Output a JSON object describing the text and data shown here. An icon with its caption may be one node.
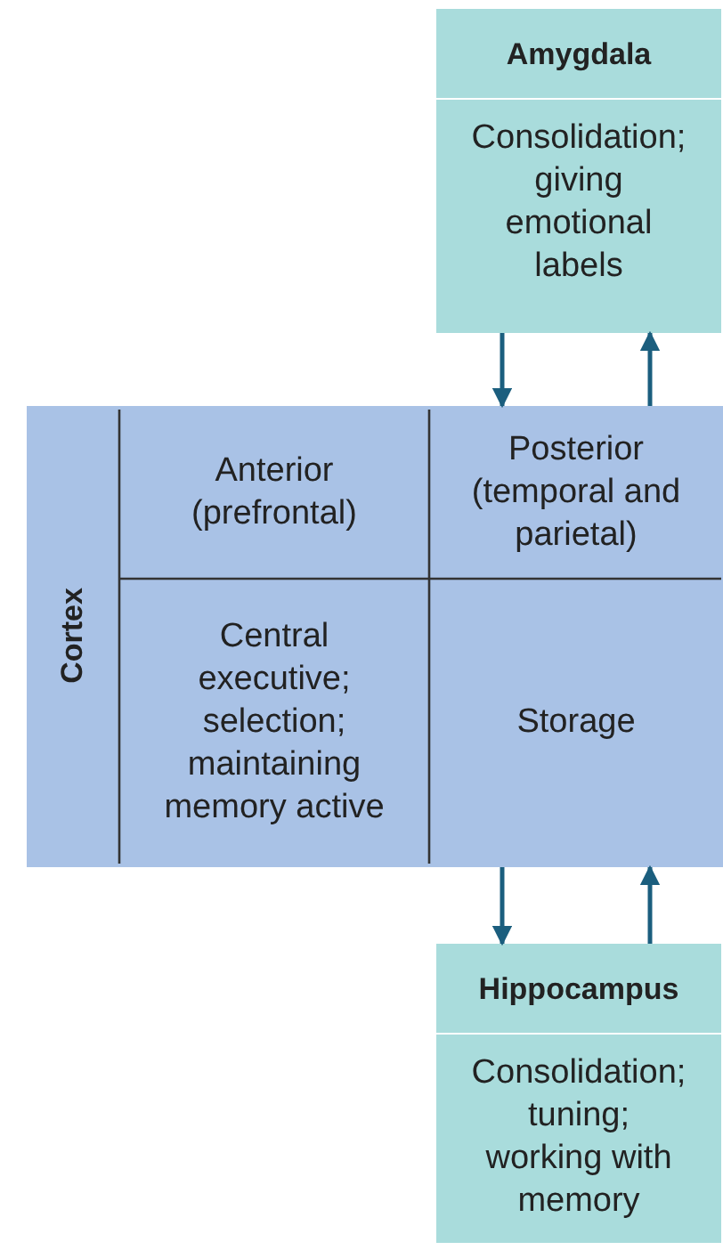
{
  "diagram": {
    "nodes": [
      {
        "text": [
          "Amygdala",
          "Consolidation; giving emotional labels"
        ]
      },
      {
        "text": [
          "Cortex"
        ]
      },
      {
        "text": [
          "Anterior (prefrontal)"
        ],
        "in": 1
      },
      {
        "text": [
          "Posterior (temporal and parietal)"
        ],
        "in": 1
      },
      {
        "text": [
          "Central executive; selection; maintaining memory active"
        ],
        "in": 1
      },
      {
        "text": [
          "Storage"
        ],
        "in": 1
      },
      {
        "text": [
          "Hippocampus",
          "Consolidation; tuning; working with memory"
        ]
      }
    ],
    "edges": [
      {
        "from": 0,
        "to": 3,
        "arrow": "to"
      },
      {
        "from": 3,
        "to": 0,
        "arrow": "to"
      },
      {
        "from": 1,
        "to": 6,
        "arrow": "to"
      },
      {
        "from": 6,
        "to": 1,
        "arrow": "to"
      }
    ]
  }
}
